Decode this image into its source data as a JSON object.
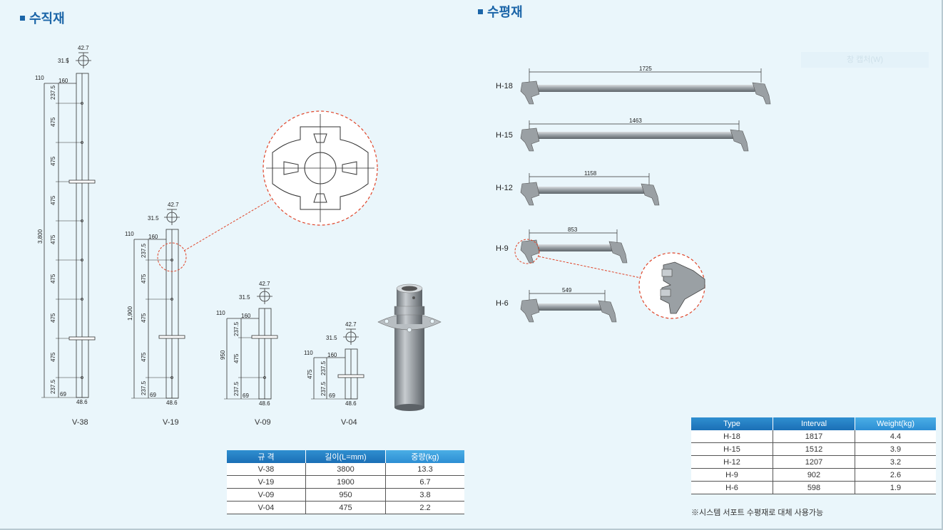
{
  "vertical": {
    "title": "수직재",
    "labels": [
      "V-38",
      "V-19",
      "V-09",
      "V-04"
    ],
    "table": {
      "headers": [
        "규 격",
        "길이(L=mm)",
        "중량(kg)"
      ],
      "rows": [
        [
          "V-38",
          "3800",
          "13.3"
        ],
        [
          "V-19",
          "1900",
          "6.7"
        ],
        [
          "V-09",
          "950",
          "3.8"
        ],
        [
          "V-04",
          "475",
          "2.2"
        ]
      ]
    },
    "dims": {
      "d427": "42.7",
      "d315": "31.5",
      "d110": "110",
      "d160": "160",
      "d2375": "237.5",
      "d475": "475",
      "d486": "48.6",
      "d69": "69",
      "h3800": "3,800",
      "h1900": "1,900",
      "h950": "950"
    }
  },
  "horizontal": {
    "title": "수평재",
    "labels": [
      "H-18",
      "H-15",
      "H-12",
      "H-9",
      "H-6"
    ],
    "lengths": [
      "1725",
      "1463",
      "1158",
      "853",
      "549"
    ],
    "table": {
      "headers": [
        "Type",
        "Interval",
        "Weight(kg)"
      ],
      "rows": [
        [
          "H-18",
          "1817",
          "4.4"
        ],
        [
          "H-15",
          "1512",
          "3.9"
        ],
        [
          "H-12",
          "1207",
          "3.2"
        ],
        [
          "H-9",
          "902",
          "2.6"
        ],
        [
          "H-6",
          "598",
          "1.9"
        ]
      ]
    },
    "note": "※시스템 서포트 수평재로 대체 사용가능"
  },
  "faded_label": "창 캡처(W)",
  "colors": {
    "accent": "#1b65a8",
    "header": "#1b6fb6",
    "detail_circle": "#e0452a",
    "pipe": "#8f969b"
  }
}
